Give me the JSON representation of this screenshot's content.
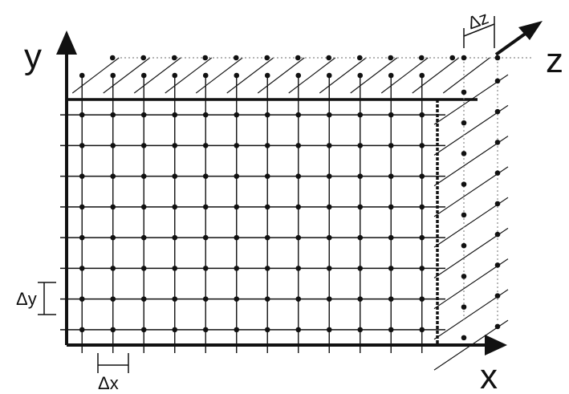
{
  "labels": {
    "y_axis": "y",
    "x_axis": "x",
    "z_axis": "z",
    "delta_x": "Δx",
    "delta_y": "Δy",
    "delta_z": "Δz"
  },
  "grid": {
    "columns": 12,
    "rows": 8
  },
  "colors": {
    "stroke": "#111111",
    "dotted": "#888888"
  }
}
